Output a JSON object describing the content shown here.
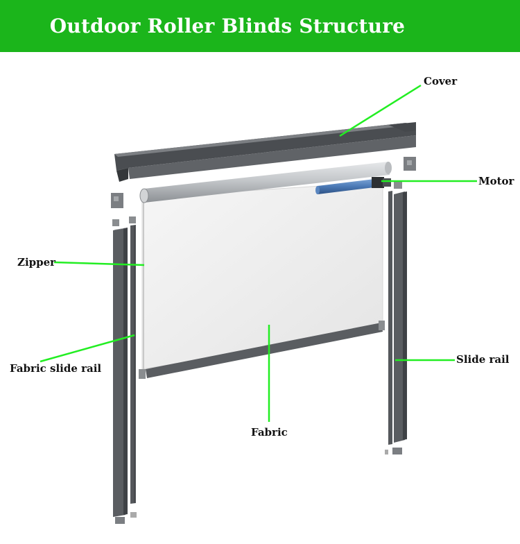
{
  "title": "Outdoor Roller Blinds Structure",
  "colors": {
    "header": "#1bb51b",
    "leader": "#22ee22",
    "frame": "#55585c",
    "frame_dark": "#3b3e42",
    "fabric": "#efefef",
    "motor": "#4a78b4"
  },
  "labels": {
    "cover": "Cover",
    "motor": "Motor",
    "zipper": "Zipper",
    "fabric_slide_rail": "Fabric slide rail",
    "slide_rail": "Slide rail",
    "fabric": "Fabric"
  }
}
